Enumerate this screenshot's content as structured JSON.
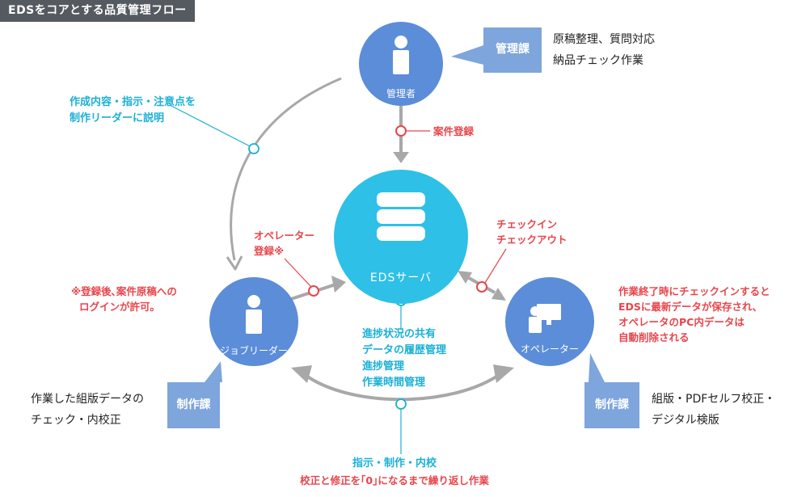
{
  "title": "EDSをコアとする品質管理フロー",
  "nodes": {
    "manager": {
      "label": "管理者"
    },
    "server": {
      "label": "EDSサーバ"
    },
    "job_leader": {
      "label": "ジョブリーダー"
    },
    "operator": {
      "label": "オペレーター"
    }
  },
  "departments": {
    "kanri": {
      "label": "管理課",
      "desc_lines": [
        "原稿整理、質問対応",
        "納品チェック作業"
      ]
    },
    "seisaku_left": {
      "label": "制作課",
      "desc_lines": [
        "作業した組版データの",
        "チェック・内校正"
      ]
    },
    "seisaku_right": {
      "label": "制作課",
      "desc_lines": [
        "組版・PDFセルフ校正・",
        "デジタル検版"
      ]
    }
  },
  "annotations": {
    "manager_to_leader": [
      "作成内容・指示・注意点を",
      "制作リーダーに説明"
    ],
    "case_register": "案件登録",
    "operator_register": [
      "オペレーター",
      "登録※"
    ],
    "login_note": [
      "※登録後､案件原稿への",
      "ログインが許可｡"
    ],
    "checkin": [
      "チェックイン",
      "チェックアウト"
    ],
    "work_end": [
      "作業終了時にチェックインすると",
      "EDSに最新データが保存され、",
      "オペレータのPC内データは",
      "自動削除される"
    ],
    "server_functions": [
      "進捗状況の共有",
      "データの履歴管理",
      "進捗管理",
      "作業時間管理"
    ],
    "cycle_main": "指示・制作・内校",
    "cycle_sub": "校正と修正を｢0｣になるまで繰り返し作業"
  },
  "colors": {
    "node_blue": "#5b8dd9",
    "server_cyan": "#2ec0e6",
    "dept_blue": "#7ea5dc",
    "gray_line": "#a0a0a0",
    "red_text": "#e8454b",
    "cyan_text": "#1ab0d6",
    "title_bg": "#555a60"
  }
}
